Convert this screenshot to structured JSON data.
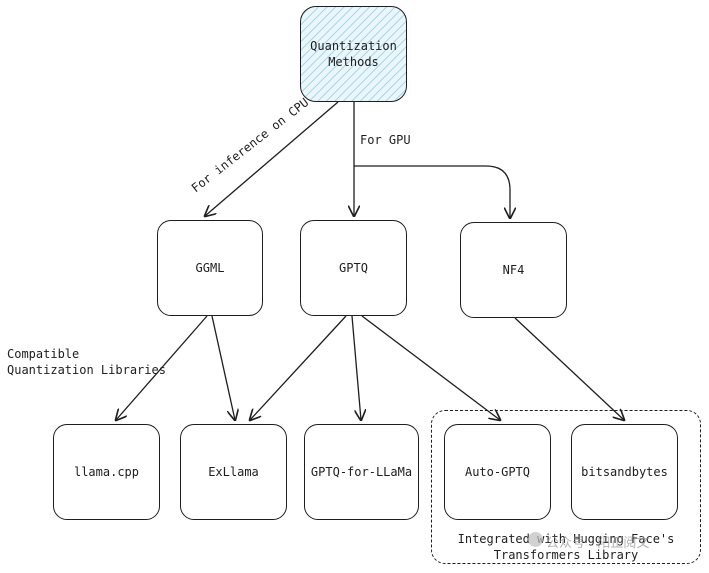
{
  "nodes": {
    "root": "Quantization\nMethods",
    "ggml": "GGML",
    "gptq": "GPTQ",
    "nf4": "NF4",
    "llama_cpp": "llama.cpp",
    "exllama": "ExLlama",
    "gptq_for_llama": "GPTQ-for-LLaMa",
    "auto_gptq": "Auto-GPTQ",
    "bitsandbytes": "bitsandbytes"
  },
  "edge_labels": {
    "cpu": "For inference on CPU",
    "gpu": "For GPU"
  },
  "annotations": {
    "compatible": "Compatible\nQuantization Libraries",
    "group": "Integrated with Hugging Face's\nTransformers Library"
  },
  "watermark": "公众号 · 阳正阅文"
}
